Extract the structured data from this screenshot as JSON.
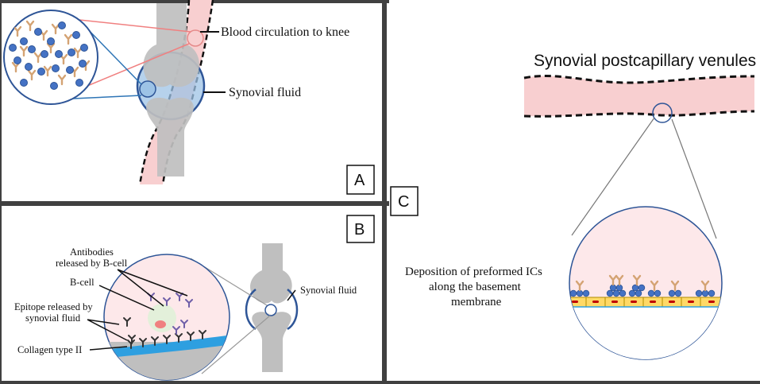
{
  "panel_a": {
    "letter": "A",
    "label_blood": "Blood circulation to knee",
    "label_fluid": "Synovial fluid"
  },
  "panel_b": {
    "letter": "B",
    "label_antibodies_1": "Antibodies",
    "label_antibodies_2": "released by B-cell",
    "label_bcell": "B-cell",
    "label_epitope_1": "Epitope released by",
    "label_epitope_2": "synovial fluid",
    "label_collagen": "Collagen type II",
    "label_fluid": "Synovial fluid"
  },
  "panel_c": {
    "letter": "C",
    "title": "Synovial postcapillary venules",
    "label_deposition_1": "Deposition of preformed ICs",
    "label_deposition_2": "along the basement",
    "label_deposition_3": "membrane"
  },
  "colors": {
    "vessel_pink": "#f8cfd0",
    "bone_gray": "#bfbfbf",
    "fluid_blue": "#9dc3e6",
    "outline_blue": "#2e5597",
    "antigen_blue": "#4472c4",
    "antibody_tan": "#d4a373",
    "cell_yellow": "#ffd966",
    "nucleus_red": "#c00000",
    "divider_gray": "#404040"
  }
}
